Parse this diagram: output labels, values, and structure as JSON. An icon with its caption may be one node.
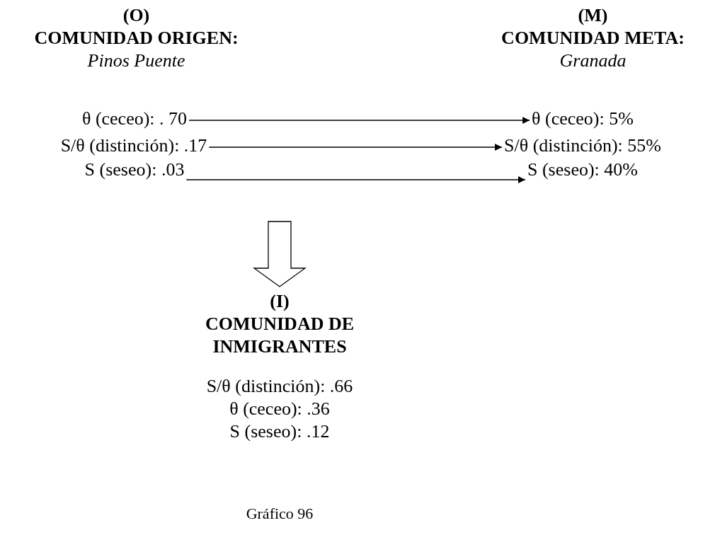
{
  "diagram": {
    "caption": "Gráfico 96",
    "nodes": [
      {
        "text": [
          "(O)",
          "COMUNIDAD ORIGEN:",
          "Pinos Puente"
        ]
      },
      {
        "text": [
          "θ (ceceo):  . 70"
        ]
      },
      {
        "text": [
          "S/θ (distinción): .17"
        ]
      },
      {
        "text": [
          "S (seseo): .03"
        ]
      },
      {
        "text": [
          "(M)",
          "COMUNIDAD META:",
          "Granada"
        ]
      },
      {
        "text": [
          "θ (ceceo): 5%"
        ]
      },
      {
        "text": [
          "S/θ (distinción): 55%"
        ]
      },
      {
        "text": [
          "S (seseo): 40%"
        ]
      },
      {
        "text": [
          "(I)",
          "COMUNIDAD DE INMIGRANTES",
          "S/θ (distinción): .66",
          "θ (ceceo): .36",
          "S (seseo): .12"
        ]
      }
    ],
    "edges": [
      {
        "from": 1,
        "to": 5,
        "arrow": "to"
      },
      {
        "from": 2,
        "to": 6,
        "arrow": "to"
      },
      {
        "from": 3,
        "to": 7,
        "arrow": "to"
      },
      {
        "from": null,
        "to": 8,
        "arrow": "to",
        "style": "thick"
      }
    ]
  }
}
